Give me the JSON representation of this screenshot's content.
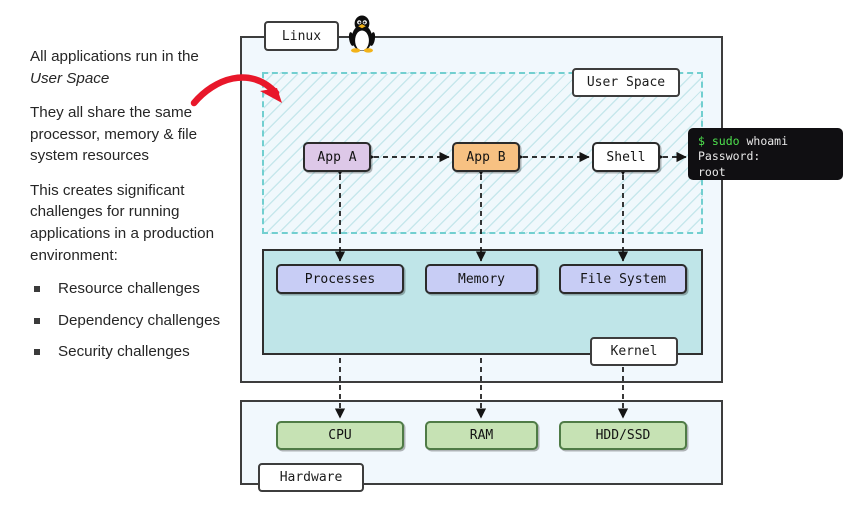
{
  "explanation": {
    "paragraphs": [
      {
        "before": "All applications run in the ",
        "emphasis": "User Space",
        "after": ""
      },
      {
        "before": "They all share the same processor, memory & file system resources",
        "emphasis": "",
        "after": ""
      },
      {
        "before": "This creates significant challenges for running applications in a production environment:",
        "emphasis": "",
        "after": ""
      }
    ],
    "p1_before": "All applications run in",
    "p1_emphasis": "User Space",
    "p1_the": "the ",
    "p2": "They all share the same processor, memory & file system resources",
    "p3": "This creates significant challenges for running applications in a production environment:",
    "bullets": [
      "Resource challenges",
      "Dependency challenges",
      "Security challenges"
    ]
  },
  "diagram": {
    "os_label": "Linux",
    "user_space_label": "User Space",
    "kernel_label": "Kernel",
    "hardware_label": "Hardware",
    "user_space_nodes": [
      {
        "id": "app-a",
        "label": "App A",
        "color": "#ddc8e8"
      },
      {
        "id": "app-b",
        "label": "App B",
        "color": "#f7c182"
      },
      {
        "id": "shell",
        "label": "Shell",
        "color": "#ffffff"
      }
    ],
    "kernel_nodes": [
      {
        "id": "processes",
        "label": "Processes",
        "color": "#c8cdf5"
      },
      {
        "id": "memory",
        "label": "Memory",
        "color": "#c8cdf5"
      },
      {
        "id": "filesystem",
        "label": "File System",
        "color": "#c8cdf5"
      }
    ],
    "hardware_nodes": [
      {
        "id": "cpu",
        "label": "CPU",
        "color": "#c6e2b4"
      },
      {
        "id": "ram",
        "label": "RAM",
        "color": "#c6e2b4"
      },
      {
        "id": "hdd",
        "label": "HDD/SSD",
        "color": "#c6e2b4"
      }
    ],
    "icons": {
      "os_mascot": "tux-penguin-icon",
      "callout": "red-curved-arrow-icon"
    }
  },
  "terminal": {
    "prompt_symbol": "$",
    "command_privileged": "sudo",
    "command": "whoami",
    "line1_prompt": "$ sudo",
    "line1_rest": " whoami",
    "line2": "Password:",
    "line3": "root"
  },
  "colors": {
    "accent_red": "#e8172a",
    "user_space_border": "#72cfd0",
    "kernel_fill": "#bfe5e8",
    "container_fill": "#f1f8fd",
    "terminal_bg": "#100f12",
    "terminal_green": "#4ee24e",
    "app_a": "#ddc8e8",
    "app_b": "#f7c182",
    "kernel_node": "#c8cdf5",
    "hardware_node": "#c6e2b4"
  }
}
